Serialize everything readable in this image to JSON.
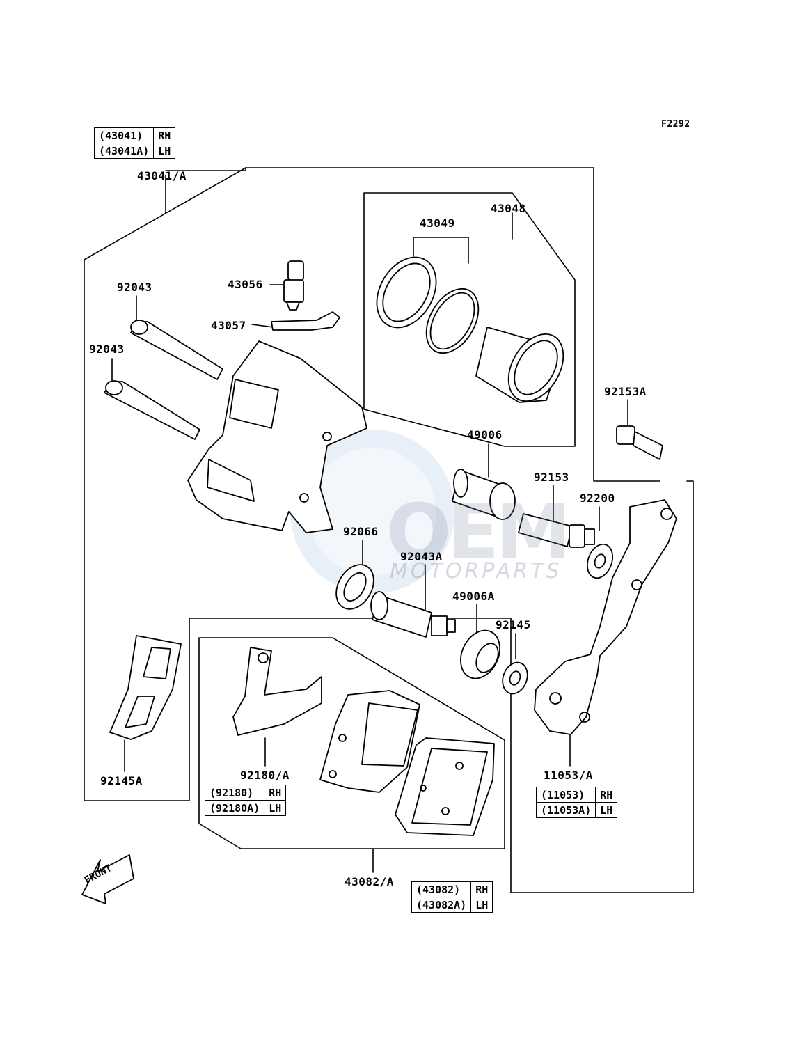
{
  "diagram": {
    "code": "F2292",
    "watermark": {
      "brand": "OEM",
      "sub": "MOTORPARTS"
    },
    "direction_label": "FRONT",
    "labels": {
      "caliper_assy": "43041/A",
      "piston_kit": "43048",
      "seal": "43049",
      "bleeder": "43056",
      "bleeder_cap": "43057",
      "pin_upper": "92043",
      "pin_lower": "92043",
      "bracket_bolt": "92153A",
      "sleeve": "49006",
      "bolt": "92153",
      "washer_right": "92200",
      "boot": "92066",
      "pin_a": "92043A",
      "sleeve_a": "49006A",
      "washer_small": "92145",
      "spring_clip": "92145A",
      "pad_spring": "92180/A",
      "holder": "11053/A",
      "pad_set": "43082/A"
    },
    "variant_tables": {
      "caliper": [
        {
          "part": "(43041)",
          "side": "RH"
        },
        {
          "part": "(43041A)",
          "side": "LH"
        }
      ],
      "pad_spring": [
        {
          "part": "(92180)",
          "side": "RH"
        },
        {
          "part": "(92180A)",
          "side": "LH"
        }
      ],
      "holder": [
        {
          "part": "(11053)",
          "side": "RH"
        },
        {
          "part": "(11053A)",
          "side": "LH"
        }
      ],
      "pads": [
        {
          "part": "(43082)",
          "side": "RH"
        },
        {
          "part": "(43082A)",
          "side": "LH"
        }
      ]
    }
  }
}
